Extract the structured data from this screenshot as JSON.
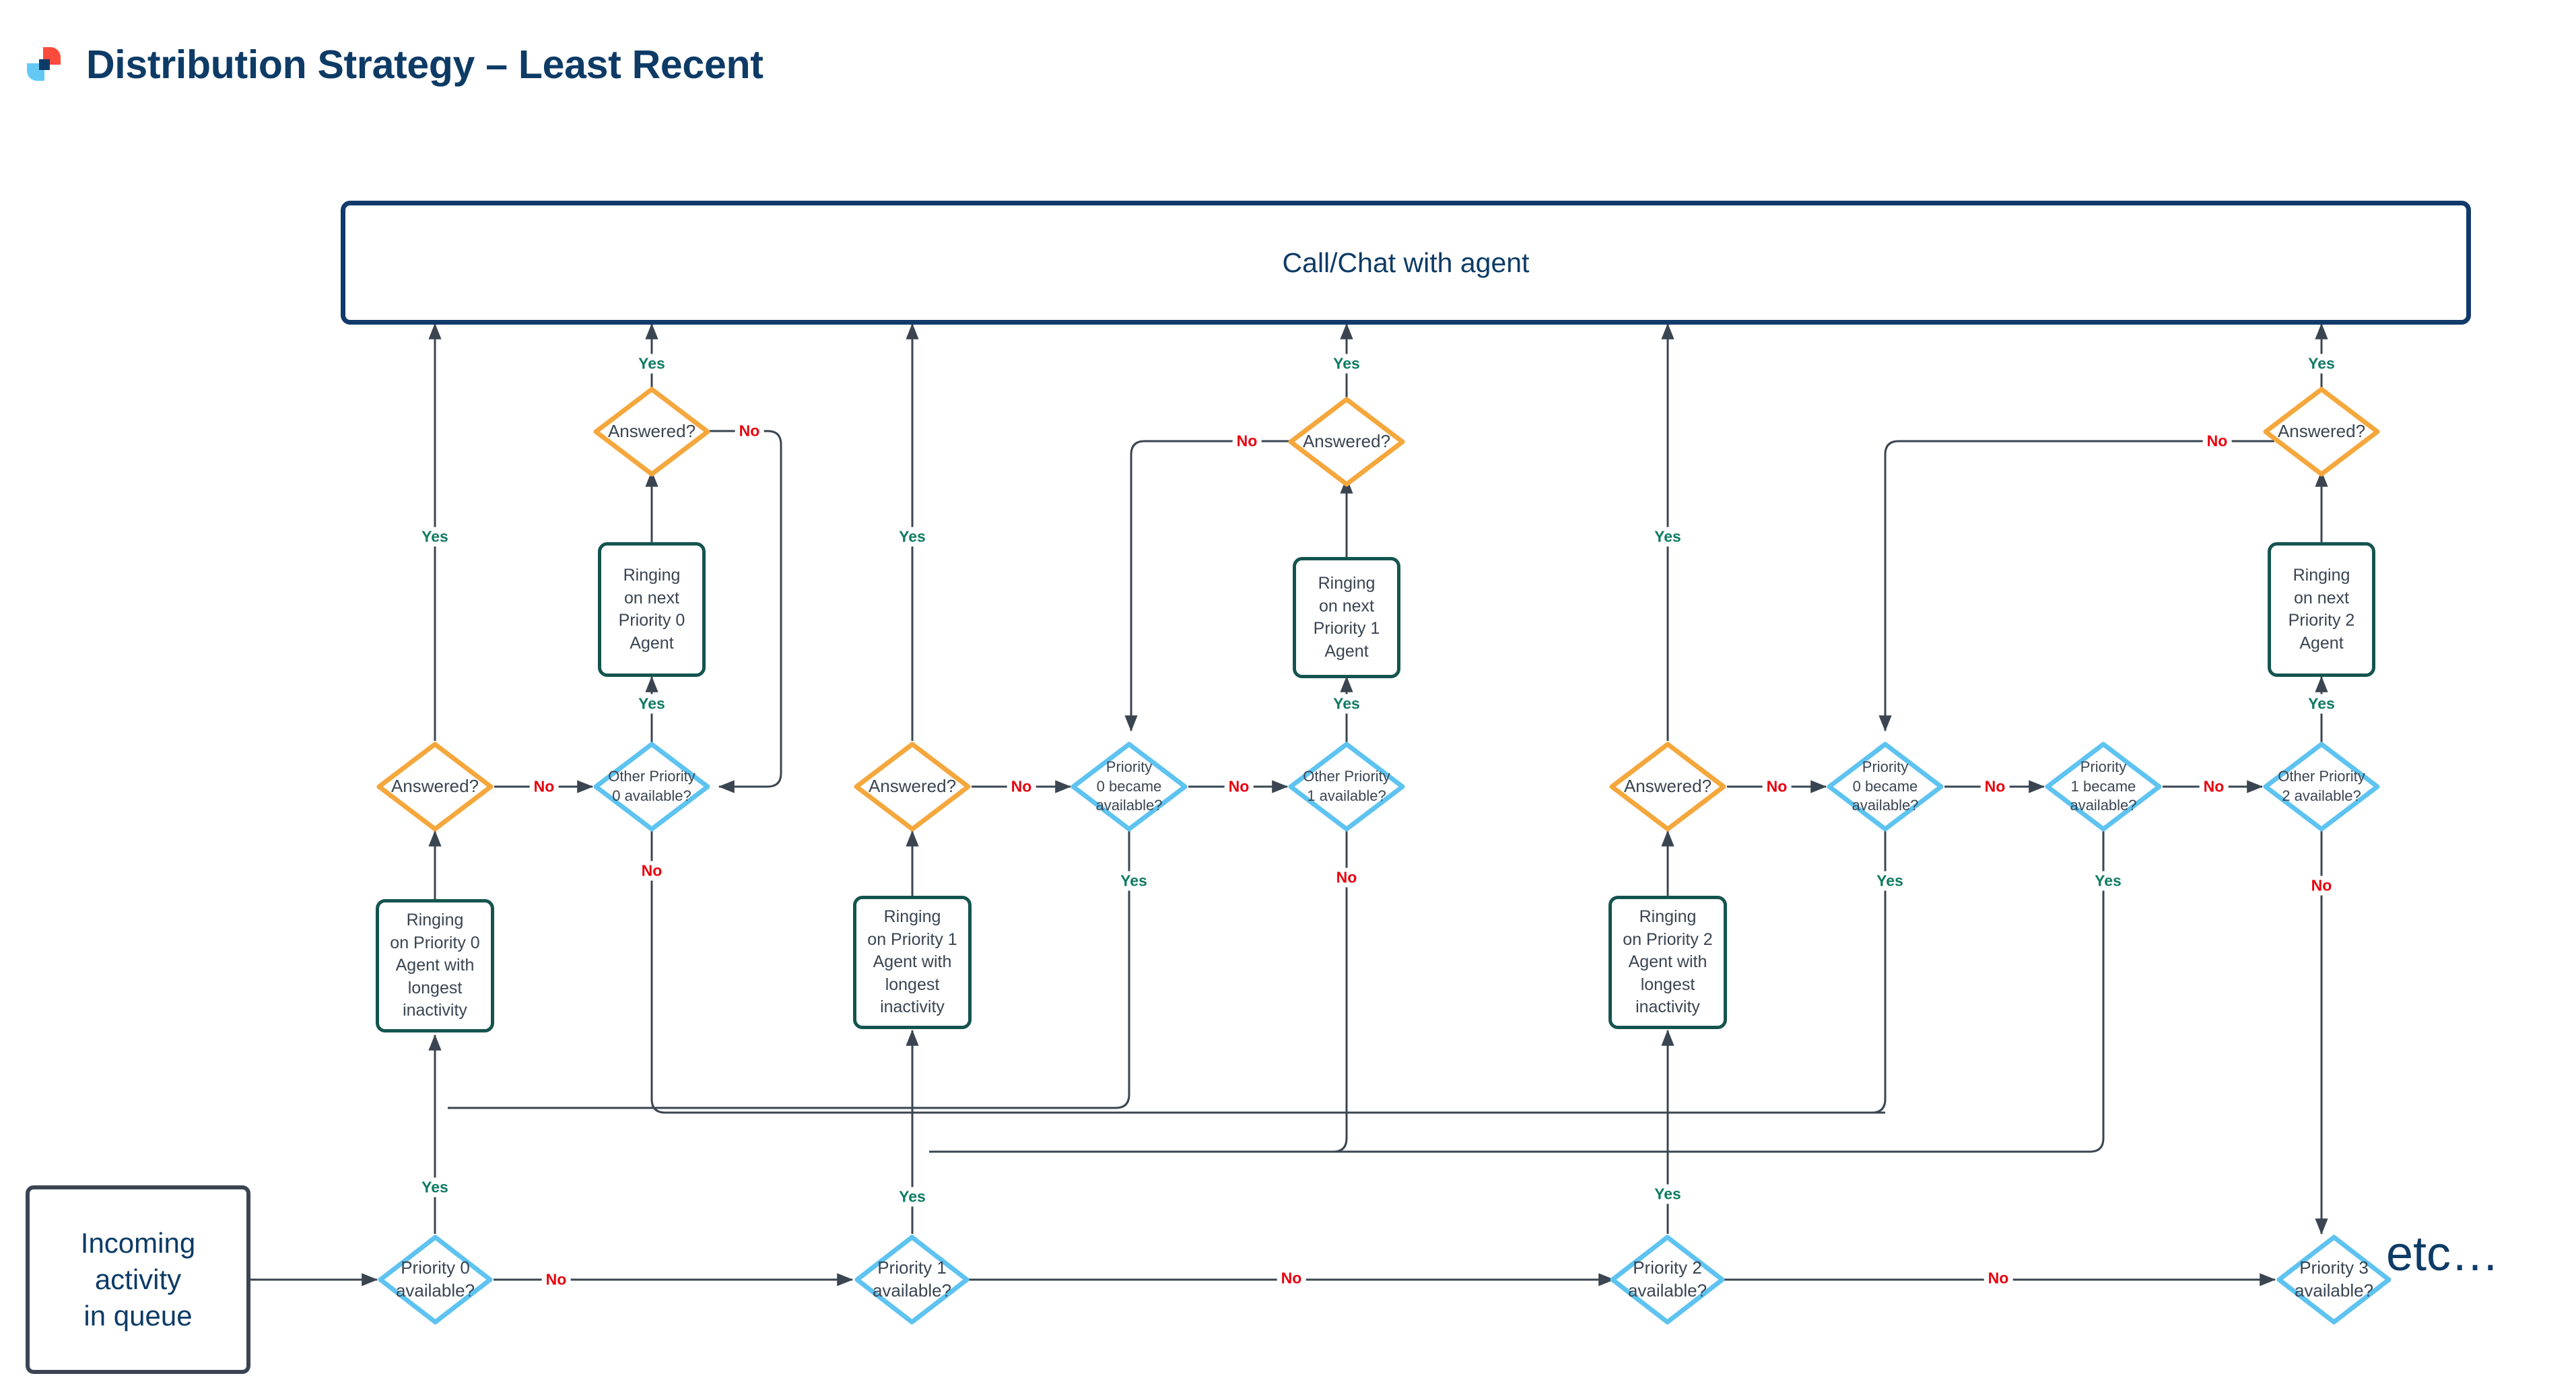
{
  "header": {
    "title": "Distribution Strategy – Least Recent",
    "logo_name": "company-logo",
    "logo_colors": {
      "red": "#fa4b3c",
      "blue": "#64c8f5",
      "navy": "#0d3b66"
    }
  },
  "colors": {
    "navy": "#0d3b66",
    "box_border_navy": "#113a6b",
    "box_border_gray": "#3b4453",
    "process_border_green": "#14544f",
    "diamond_orange": "#f5a73c",
    "diamond_blue": "#5ec3f0",
    "label_yes_green": "#0f7b63",
    "label_no_red": "#e8000d",
    "line": "#3a4551",
    "text_dark": "#3a4551"
  },
  "nodes": {
    "start": "Incoming\nactivity\nin queue",
    "terminal": "Call/Chat with agent",
    "etc": "etc…"
  },
  "groups": [
    {
      "id": "p0",
      "priority_check": "Priority 0\navailable?",
      "ringing_longest": "Ringing\non Priority 0\nAgent with\nlongest\ninactivity",
      "answered": "Answered?",
      "other_available": "Other Priority\n0 available?",
      "ringing_next": "Ringing\non next\nPriority 0\nAgent",
      "answered_next": "Answered?",
      "became_available": []
    },
    {
      "id": "p1",
      "priority_check": "Priority 1\navailable?",
      "ringing_longest": "Ringing\non Priority 1\nAgent with\nlongest\ninactivity",
      "answered": "Answered?",
      "other_available": "Other Priority\n1 available?",
      "ringing_next": "Ringing\non next\nPriority 1\nAgent",
      "answered_next": "Answered?",
      "became_available": [
        "Priority\n0 became\navailable?"
      ]
    },
    {
      "id": "p2",
      "priority_check": "Priority 2\navailable?",
      "ringing_longest": "Ringing\non Priority 2\nAgent with\nlongest\ninactivity",
      "answered": "Answered?",
      "other_available": "Other Priority\n2 available?",
      "ringing_next": "Ringing\non next\nPriority 2\nAgent",
      "answered_next": "Answered?",
      "became_available": [
        "Priority\n0 became\navailable?",
        "Priority\n1 became\navailable?"
      ]
    },
    {
      "id": "p3",
      "priority_check": "Priority 3\navailable?"
    }
  ],
  "edge_labels": {
    "yes": "Yes",
    "no": "No"
  }
}
